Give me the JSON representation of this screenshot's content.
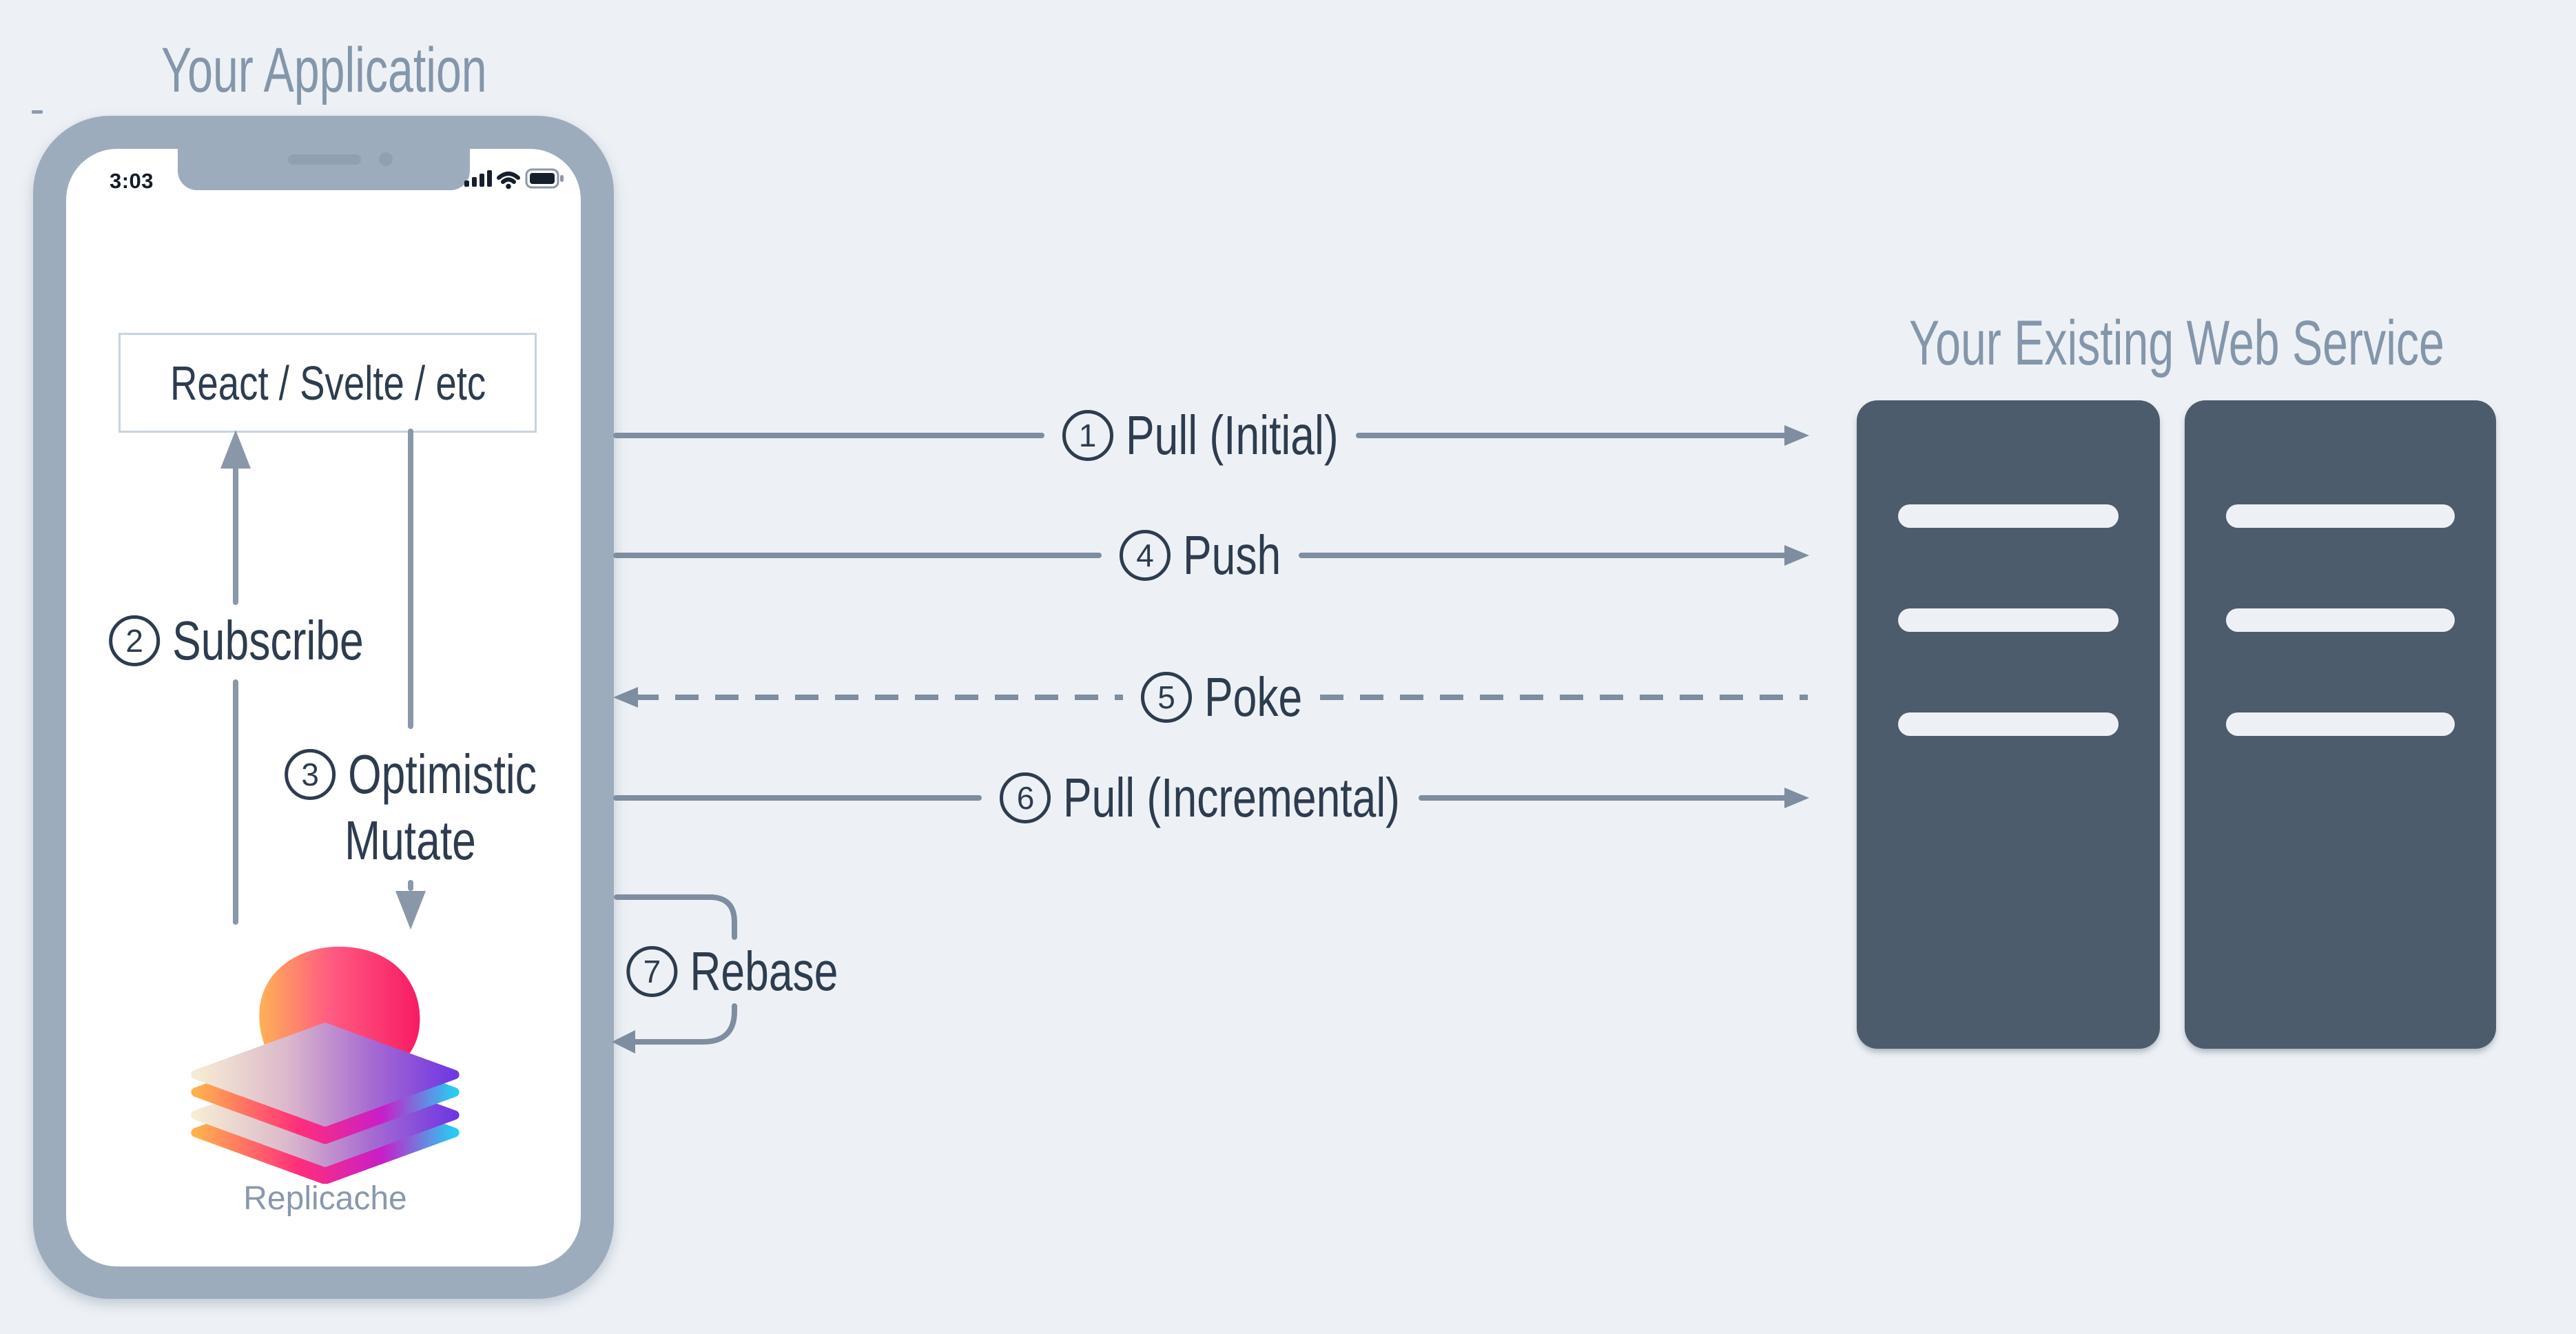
{
  "colors": {
    "background": "#edf1f6",
    "phone_bezel": "#9dacbd",
    "phone_screen": "#ffffff",
    "arrow_line": "#7e8da0",
    "inner_line": "#8997a9",
    "dark_label_text": "#2d3c4e",
    "muted_title_text": "#8496aa",
    "server_fill": "#4d5c6c",
    "server_slot": "#edf1f6",
    "framework_box_border": "#c9d4de",
    "logo_caption_text": "#8a98ab"
  },
  "application": {
    "title": "Your Application",
    "phone": {
      "status_time": "3:03",
      "status_icons": [
        "cellular-signal-icon",
        "wifi-icon",
        "battery-icon"
      ],
      "hardware_icons": [
        "speaker-icon",
        "camera-icon"
      ]
    },
    "framework_box": "React / Svelte / etc",
    "logo": "replicache-logo",
    "logo_caption": "Replicache",
    "internal_flows": [
      {
        "num": "2",
        "label": "Subscribe",
        "direction": "up"
      },
      {
        "num": "3",
        "label_line1": "Optimistic",
        "label_line2": "Mutate",
        "direction": "down"
      }
    ]
  },
  "web_service": {
    "title": "Your Existing Web Service",
    "servers": 2,
    "slots_per_server": 3
  },
  "flows": [
    {
      "num": "1",
      "label": "Pull (Initial)",
      "style": "solid",
      "direction": "right"
    },
    {
      "num": "4",
      "label": "Push",
      "style": "solid",
      "direction": "right"
    },
    {
      "num": "5",
      "label": "Poke",
      "style": "dashed",
      "direction": "left"
    },
    {
      "num": "6",
      "label": "Pull (Incremental)",
      "style": "solid",
      "direction": "right"
    },
    {
      "num": "7",
      "label": "Rebase",
      "style": "loop",
      "direction": "loop-back-left"
    }
  ]
}
